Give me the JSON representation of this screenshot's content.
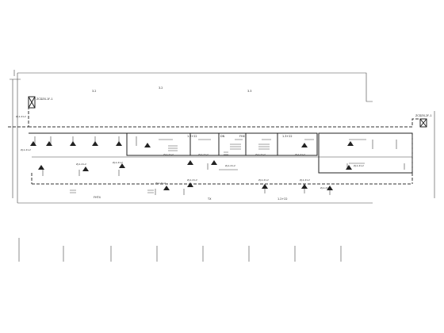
{
  "panels": {
    "left": "ZCDZX-1F-1",
    "right": "ZCDZX-2F-1"
  },
  "floor_labels": [
    "3.2",
    "3.2",
    "3.3"
  ],
  "room_labels": [
    "1.2+22",
    "DN",
    "FHX",
    "1.3+22"
  ],
  "feeder_labels": [
    "FHT4",
    "TX",
    "1.2+22"
  ],
  "units": [
    "ZJ-1-21-2",
    "ZJ-1-21-2",
    "ZJ-1-21-2",
    "ZJ-1-21-2",
    "ZJ-1-21-2",
    "ZJ-1-21-2",
    "ZJ-1-21-2",
    "ZJ-1-21-2",
    "ZJ-1-21-2",
    "ZJ-1-21-2",
    "ZJ-1-21-2",
    "ZJ-1-21-2",
    "ZJ-1-21-2",
    "ZJ-1-21-2",
    "ZJ-1-21-2"
  ]
}
